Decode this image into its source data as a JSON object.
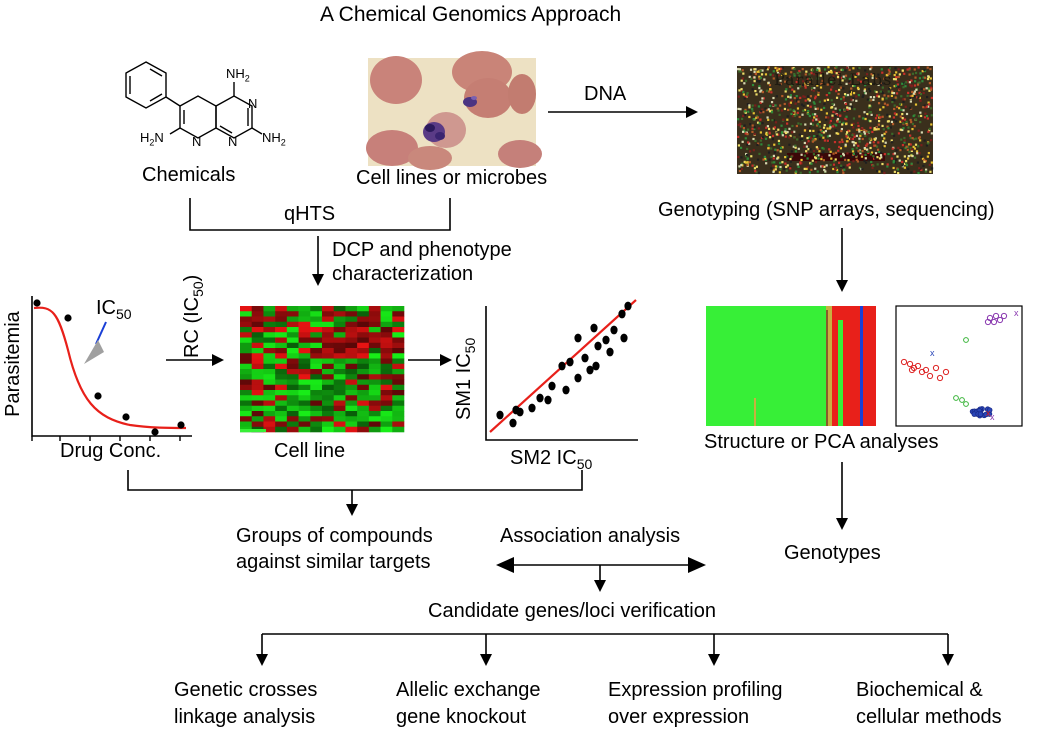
{
  "title": "A Chemical Genomics Approach",
  "sources": {
    "chemicals": "Chemicals",
    "cells": "Cell lines or microbes",
    "dna": "DNA",
    "qhts": "qHTS",
    "dcp_line1": "DCP and phenotype",
    "dcp_line2": "characterization"
  },
  "molecule": {
    "nh2_top": "NH",
    "nh2_top_sub": "2",
    "nh2_right": "NH",
    "nh2_right_sub": "2",
    "h2n_left": "H",
    "h2n_left_sub": "2",
    "h2n_left_n": "N",
    "ring_n": "N"
  },
  "genotyping": {
    "label": "Genotyping (SNP arrays, sequencing)",
    "array_text": "Parallel Labs",
    "structure_label": "Structure or PCA analyses",
    "genotypes": "Genotypes"
  },
  "dose_response": {
    "ylabel": "Parasitemia",
    "xlabel": "Drug Conc.",
    "ic50": "IC",
    "ic50_sub": "50"
  },
  "heatmap": {
    "ylabel_main": "RC (IC",
    "ylabel_sub": "50",
    "ylabel_end": ")",
    "xlabel": "Cell line"
  },
  "scatter": {
    "ylabel_main": "SM1 IC",
    "ylabel_sub": "50",
    "xlabel_main": "SM2 IC",
    "xlabel_sub": "50"
  },
  "middle": {
    "groups_line1": "Groups of compounds",
    "groups_line2": "against similar targets",
    "association": "Association analysis",
    "candidate": "Candidate genes/loci verification"
  },
  "outcomes": [
    {
      "line1": "Genetic crosses",
      "line2": "linkage analysis"
    },
    {
      "line1": "Allelic exchange",
      "line2": "gene knockout"
    },
    {
      "line1": "Expression profiling",
      "line2": "over expression"
    },
    {
      "line1": "Biochemical &",
      "line2": "cellular methods"
    }
  ],
  "colors": {
    "curve": "#e8201a",
    "arrow_gray": "#a0a0a0",
    "blue": "#1a3fd6",
    "green": "#37ef37",
    "red": "#e8201a",
    "heat_red": "#d41616",
    "heat_green": "#17a517"
  },
  "pca_markers": {
    "cross": "x"
  }
}
